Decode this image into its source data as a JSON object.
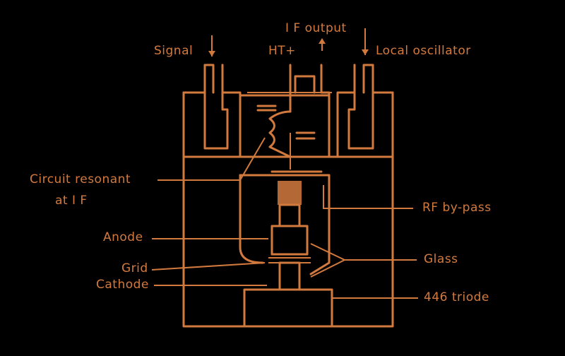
{
  "labels": {
    "signal": "Signal",
    "if_output": "I F output",
    "ht_plus": "HT+",
    "local_oscillator": "Local oscillator",
    "circuit_resonant_line1": "Circuit resonant",
    "circuit_resonant_line2": "at I F",
    "rf_bypass": "RF by-pass",
    "anode": "Anode",
    "glass": "Glass",
    "grid": "Grid",
    "cathode": "Cathode",
    "triode_446": "446 triode"
  },
  "colors": {
    "line": "#d27a3e",
    "background": "#000000"
  }
}
